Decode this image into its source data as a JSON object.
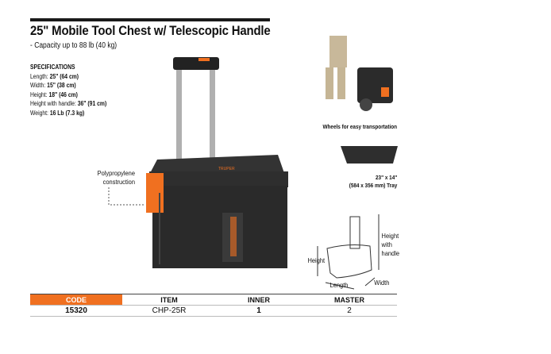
{
  "title": "25\" Mobile Tool Chest w/ Telescopic Handle",
  "capacity": "- Capacity up to 88 lb (40 kg)",
  "specs": {
    "heading": "SPECIFICATIONS",
    "items": [
      {
        "label": "Length: ",
        "value": "25\" (64 cm)"
      },
      {
        "label": "Width: ",
        "value": "15\" (38 cm)"
      },
      {
        "label": "Height: ",
        "value": "18\" (46 cm)"
      },
      {
        "label": "Height with handle: ",
        "value": "36\" (91 cm)"
      },
      {
        "label": "Weight: ",
        "value": "16 Lb (7.3 kg)"
      }
    ]
  },
  "callout": "Polypropylene construction",
  "wheels_caption": "Wheels for easy transportation",
  "tray_caption": {
    "line1": "23\" x 14\"",
    "line2": "(584 x 356 mm) Tray"
  },
  "dimensions": {
    "height": "Height",
    "height_handle": "Height with handle",
    "length": "Length",
    "width": "Width"
  },
  "brand": "TRUPER",
  "table": {
    "headers": [
      "CODE",
      "ITEM",
      "INNER",
      "MASTER"
    ],
    "row": [
      "15320",
      "CHP-25R",
      "1",
      "2"
    ]
  },
  "colors": {
    "accent": "#f07020",
    "chest": "#2b2b2b"
  }
}
